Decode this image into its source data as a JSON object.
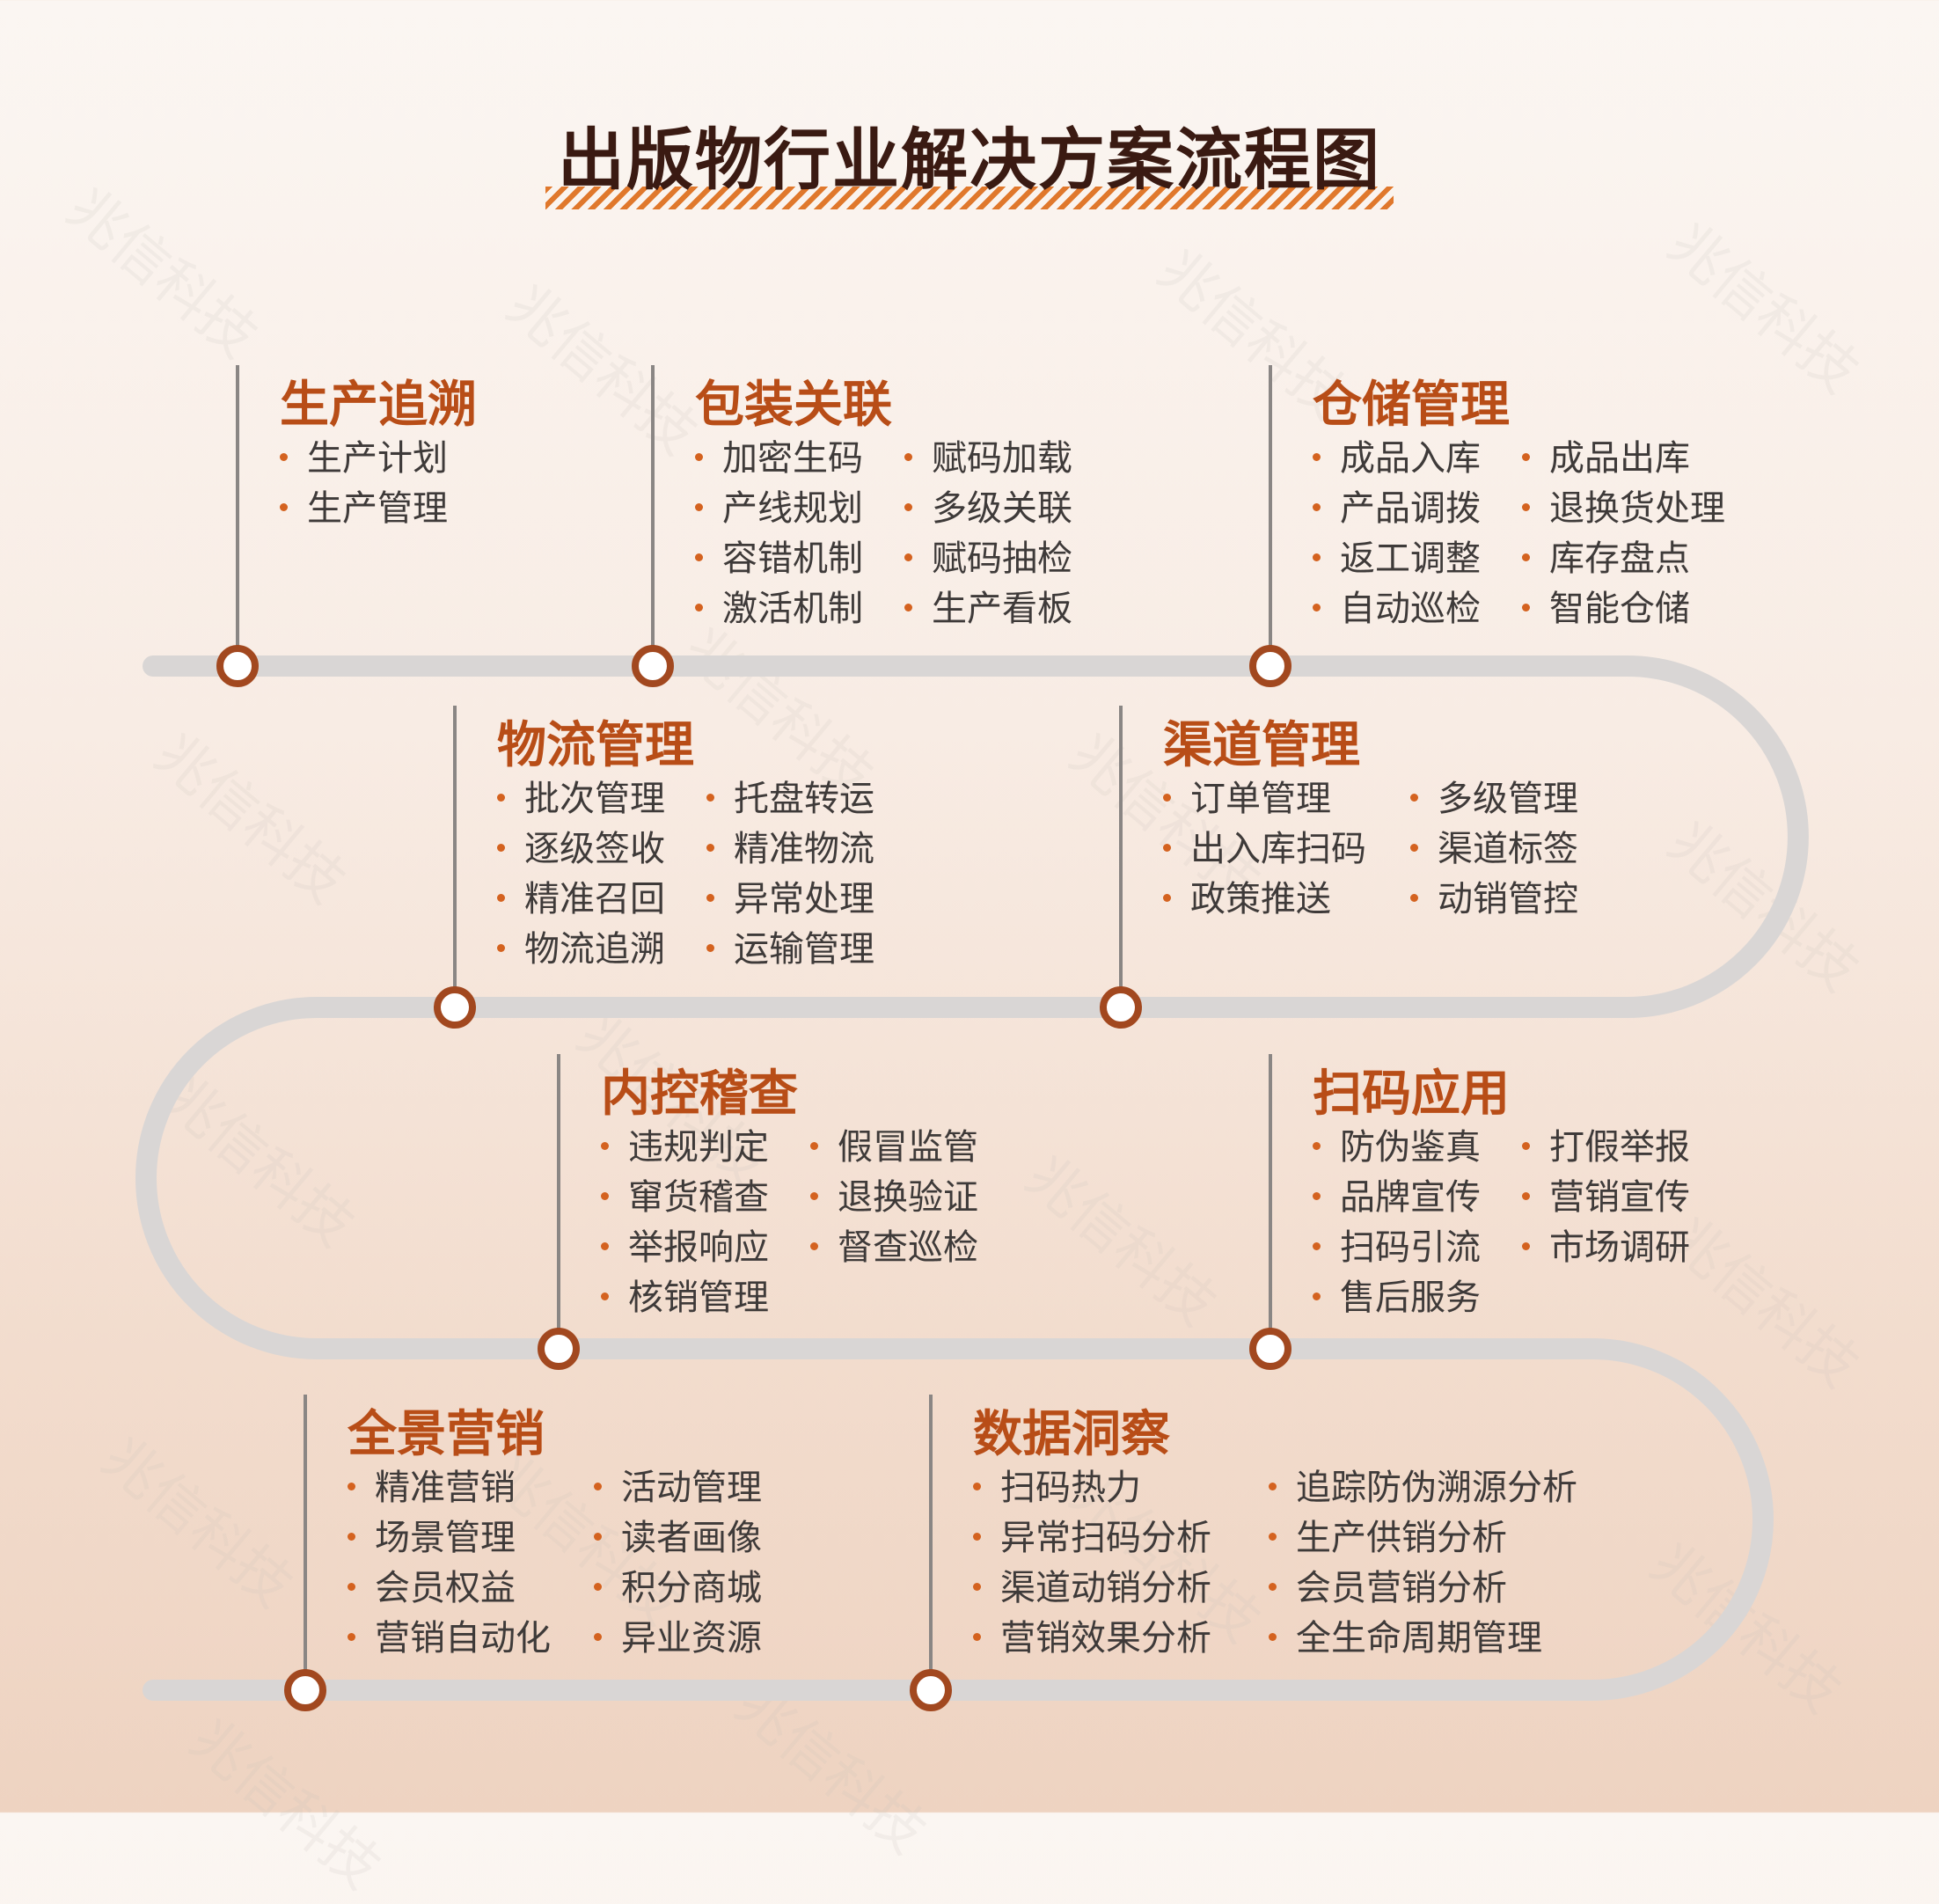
{
  "title": "出版物行业解决方案流程图",
  "watermark": "兆信科技",
  "colors": {
    "accent": "#b84d17",
    "node_ring": "#a2481f",
    "bullet": "#d4621f",
    "track": "#d9d6d5",
    "text": "#3e3a39"
  },
  "stages": [
    {
      "title": "生产追溯",
      "columns": [
        [
          "生产计划",
          "生产管理"
        ]
      ]
    },
    {
      "title": "包装关联",
      "columns": [
        [
          "加密生码",
          "产线规划",
          "容错机制",
          "激活机制"
        ],
        [
          "赋码加载",
          "多级关联",
          "赋码抽检",
          "生产看板"
        ]
      ]
    },
    {
      "title": "仓储管理",
      "columns": [
        [
          "成品入库",
          "产品调拨",
          "返工调整",
          "自动巡检"
        ],
        [
          "成品出库",
          "退换货处理",
          "库存盘点",
          "智能仓储"
        ]
      ]
    },
    {
      "title": "物流管理",
      "columns": [
        [
          "批次管理",
          "逐级签收",
          "精准召回",
          "物流追溯"
        ],
        [
          "托盘转运",
          "精准物流",
          "异常处理",
          "运输管理"
        ]
      ]
    },
    {
      "title": "渠道管理",
      "columns": [
        [
          "订单管理",
          "出入库扫码",
          "政策推送"
        ],
        [
          "多级管理",
          "渠道标签",
          "动销管控"
        ]
      ]
    },
    {
      "title": "内控稽查",
      "columns": [
        [
          "违规判定",
          "窜货稽查",
          "举报响应",
          "核销管理"
        ],
        [
          "假冒监管",
          "退换验证",
          "督查巡检"
        ]
      ]
    },
    {
      "title": "扫码应用",
      "columns": [
        [
          "防伪鉴真",
          "品牌宣传",
          "扫码引流",
          "售后服务"
        ],
        [
          "打假举报",
          "营销宣传",
          "市场调研"
        ]
      ]
    },
    {
      "title": "全景营销",
      "columns": [
        [
          "精准营销",
          "场景管理",
          "会员权益",
          "营销自动化"
        ],
        [
          "活动管理",
          "读者画像",
          "积分商城",
          "异业资源"
        ]
      ]
    },
    {
      "title": "数据洞察",
      "columns": [
        [
          "扫码热力",
          "异常扫码分析",
          "渠道动销分析",
          "营销效果分析"
        ],
        [
          "追踪防伪溯源分析",
          "生产供销分析",
          "会员营销分析",
          "全生命周期管理"
        ]
      ]
    }
  ]
}
